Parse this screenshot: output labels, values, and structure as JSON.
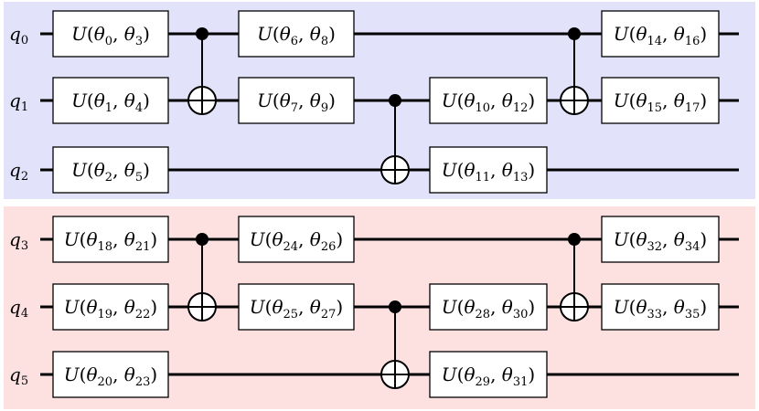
{
  "colors": {
    "group_1_background": "#e2e2fb",
    "group_2_background": "#fde0e0",
    "wire": "#000000",
    "gate_fill": "#ffffff"
  },
  "groups": [
    {
      "qubits": [
        {
          "label": "q",
          "sub": "0"
        },
        {
          "label": "q",
          "sub": "1"
        },
        {
          "label": "q",
          "sub": "2"
        }
      ],
      "gates": [
        {
          "qubit": 0,
          "col": 0,
          "a": "0",
          "b": "3"
        },
        {
          "qubit": 1,
          "col": 0,
          "a": "1",
          "b": "4"
        },
        {
          "qubit": 2,
          "col": 0,
          "a": "2",
          "b": "5"
        },
        {
          "qubit": 0,
          "col": 2,
          "a": "6",
          "b": "8"
        },
        {
          "qubit": 1,
          "col": 2,
          "a": "7",
          "b": "9"
        },
        {
          "qubit": 1,
          "col": 4,
          "a": "10",
          "b": "12"
        },
        {
          "qubit": 2,
          "col": 4,
          "a": "11",
          "b": "13"
        },
        {
          "qubit": 0,
          "col": 6,
          "a": "14",
          "b": "16"
        },
        {
          "qubit": 1,
          "col": 6,
          "a": "15",
          "b": "17"
        }
      ],
      "cnots": [
        {
          "col": 1,
          "control": 0,
          "target": 1
        },
        {
          "col": 3,
          "control": 1,
          "target": 2
        },
        {
          "col": 5,
          "control": 0,
          "target": 1
        }
      ]
    },
    {
      "qubits": [
        {
          "label": "q",
          "sub": "3"
        },
        {
          "label": "q",
          "sub": "4"
        },
        {
          "label": "q",
          "sub": "5"
        }
      ],
      "gates": [
        {
          "qubit": 0,
          "col": 0,
          "a": "18",
          "b": "21"
        },
        {
          "qubit": 1,
          "col": 0,
          "a": "19",
          "b": "22"
        },
        {
          "qubit": 2,
          "col": 0,
          "a": "20",
          "b": "23"
        },
        {
          "qubit": 0,
          "col": 2,
          "a": "24",
          "b": "26"
        },
        {
          "qubit": 1,
          "col": 2,
          "a": "25",
          "b": "27"
        },
        {
          "qubit": 1,
          "col": 4,
          "a": "28",
          "b": "30"
        },
        {
          "qubit": 2,
          "col": 4,
          "a": "29",
          "b": "31"
        },
        {
          "qubit": 0,
          "col": 6,
          "a": "32",
          "b": "34"
        },
        {
          "qubit": 1,
          "col": 6,
          "a": "33",
          "b": "35"
        }
      ],
      "cnots": [
        {
          "col": 1,
          "control": 0,
          "target": 1
        },
        {
          "col": 3,
          "control": 1,
          "target": 2
        },
        {
          "col": 5,
          "control": 0,
          "target": 1
        }
      ]
    }
  ]
}
